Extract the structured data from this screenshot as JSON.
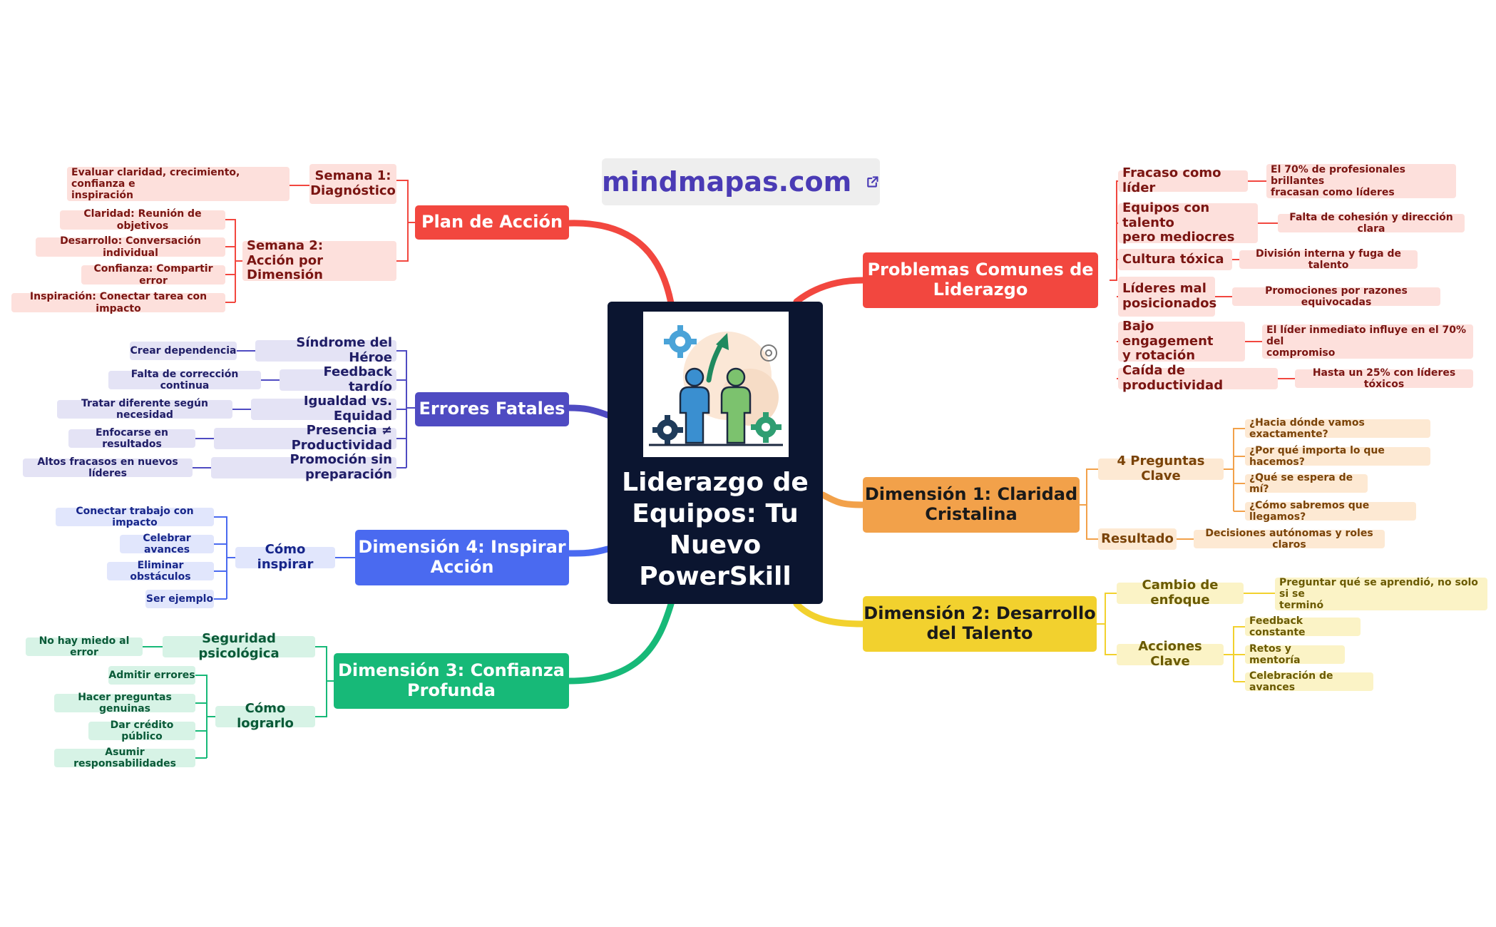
{
  "brand": {
    "text": "mindmapas.com",
    "icon": "external-link-icon"
  },
  "center": {
    "title": "Liderazgo de\nEquipos: Tu\nNuevo\nPowerSkill",
    "illustration": "team-growth-illustration"
  },
  "colors": {
    "red": "#f2473f",
    "purple": "#4f4bc2",
    "blue": "#4a6af0",
    "green": "#17b978",
    "orange": "#f2a14a",
    "yellow": "#f2d12e"
  },
  "branches": {
    "plan": {
      "label": "Plan de Acción",
      "semana1": {
        "label": "Semana 1:\nDiagnóstico",
        "items": [
          "Evaluar claridad, crecimiento, confianza e\ninspiración"
        ]
      },
      "semana2": {
        "label": "Semana 2:\nAcción por Dimensión",
        "items": [
          "Claridad: Reunión de objetivos",
          "Desarrollo: Conversación individual",
          "Confianza: Compartir error",
          "Inspiración: Conectar tarea con impacto"
        ]
      }
    },
    "errores": {
      "label": "Errores Fatales",
      "items": [
        {
          "label": "Síndrome del Héroe",
          "detail": "Crear dependencia"
        },
        {
          "label": "Feedback tardío",
          "detail": "Falta de corrección continua"
        },
        {
          "label": "Igualdad vs. Equidad",
          "detail": "Tratar diferente según necesidad"
        },
        {
          "label": "Presencia ≠ Productividad",
          "detail": "Enfocarse en resultados"
        },
        {
          "label": "Promoción sin preparación",
          "detail": "Altos fracasos en nuevos líderes"
        }
      ]
    },
    "dim4": {
      "label": "Dimensión 4: Inspirar\nAcción",
      "sub": {
        "label": "Cómo inspirar",
        "items": [
          "Conectar trabajo con impacto",
          "Celebrar avances",
          "Eliminar obstáculos",
          "Ser ejemplo"
        ]
      }
    },
    "dim3": {
      "label": "Dimensión 3: Confianza\nProfunda",
      "seguridad": {
        "label": "Seguridad psicológica",
        "items": [
          "No hay miedo al error"
        ]
      },
      "lograrlo": {
        "label": "Cómo lograrlo",
        "items": [
          "Admitir errores",
          "Hacer preguntas genuinas",
          "Dar crédito público",
          "Asumir responsabilidades"
        ]
      }
    },
    "problemas": {
      "label": "Problemas Comunes de\nLiderazgo",
      "items": [
        {
          "label": "Fracaso como líder",
          "detail": "El 70% de profesionales brillantes\nfracasan como líderes"
        },
        {
          "label": "Equipos con talento\npero mediocres",
          "detail": "Falta de cohesión y dirección clara"
        },
        {
          "label": "Cultura tóxica",
          "detail": "División interna y fuga de talento"
        },
        {
          "label": "Líderes mal\nposicionados",
          "detail": "Promociones por razones equivocadas"
        },
        {
          "label": "Bajo engagement\ny rotación",
          "detail": "El líder inmediato influye en el 70% del\ncompromiso"
        },
        {
          "label": "Caída de productividad",
          "detail": "Hasta un 25% con líderes tóxicos"
        }
      ]
    },
    "dim1": {
      "label": "Dimensión 1: Claridad\nCristalina",
      "preguntas": {
        "label": "4 Preguntas Clave",
        "items": [
          "¿Hacia dónde vamos exactamente?",
          "¿Por qué importa lo que hacemos?",
          "¿Qué se espera de mí?",
          "¿Cómo sabremos que llegamos?"
        ]
      },
      "resultado": {
        "label": "Resultado",
        "items": [
          "Decisiones autónomas y roles claros"
        ]
      }
    },
    "dim2": {
      "label": "Dimensión 2: Desarrollo\ndel Talento",
      "cambio": {
        "label": "Cambio de enfoque",
        "items": [
          "Preguntar qué se aprendió, no solo si se\nterminó"
        ]
      },
      "acciones": {
        "label": "Acciones Clave",
        "items": [
          "Feedback constante",
          "Retos y mentoría",
          "Celebración de avances"
        ]
      }
    }
  }
}
